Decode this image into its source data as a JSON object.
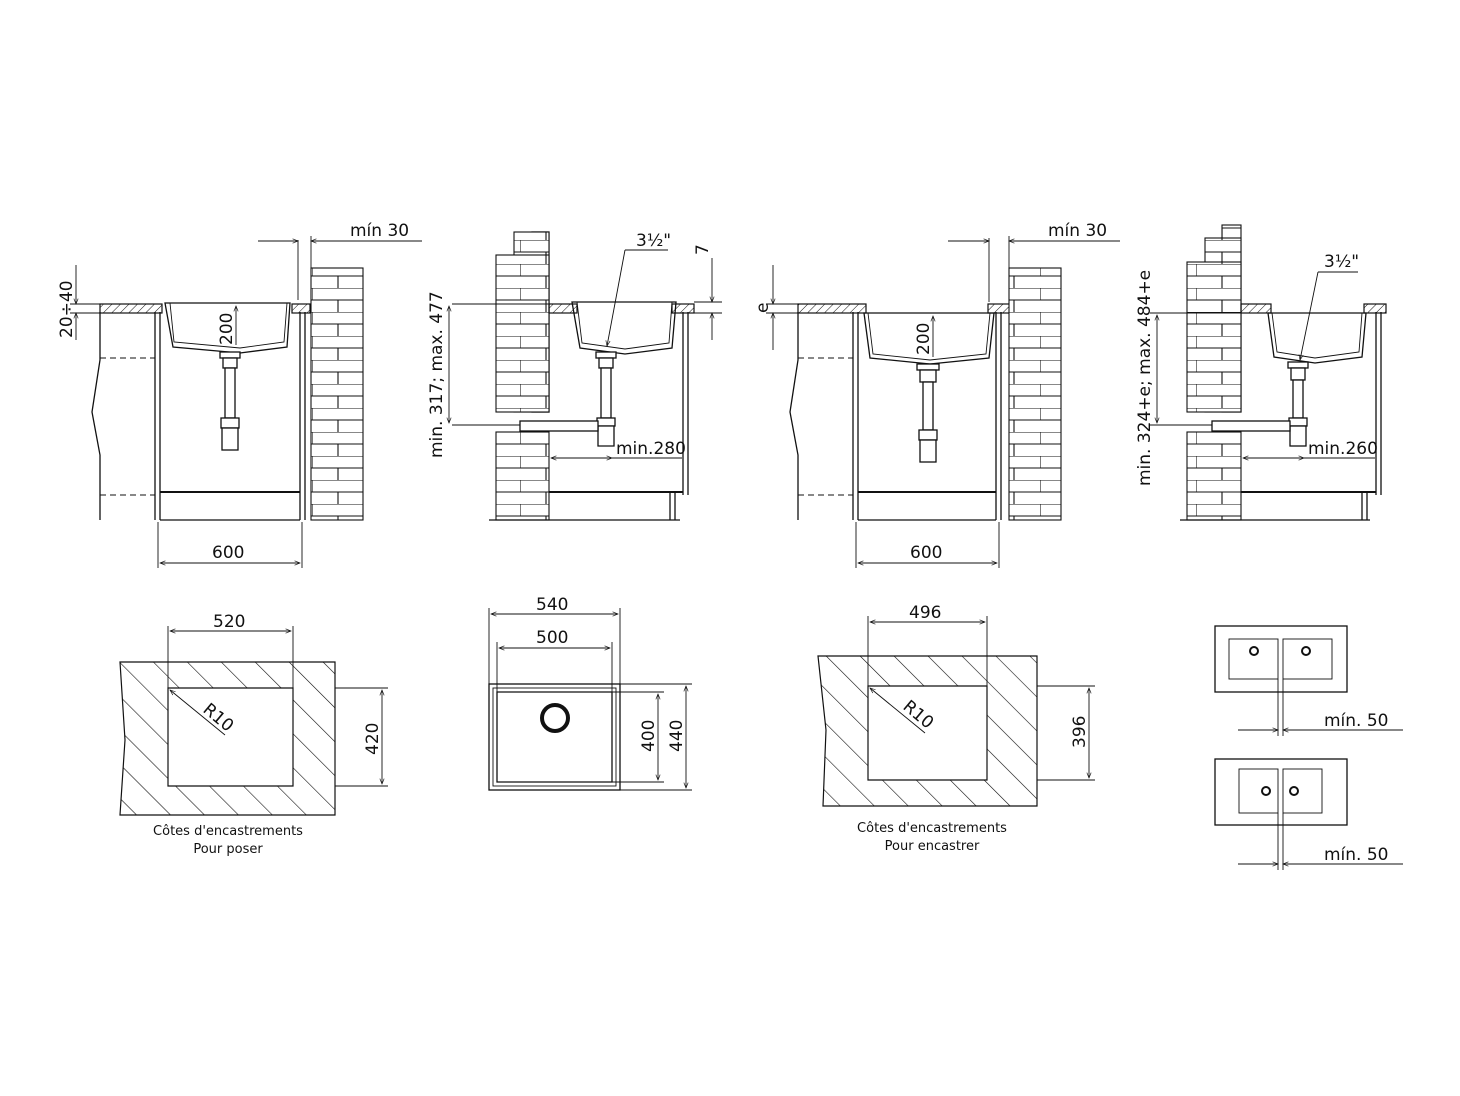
{
  "section_views": [
    {
      "label_min_gap": "mín  30",
      "label_thickness": "20÷40",
      "label_depth": "200",
      "label_width": "600"
    },
    {
      "label_gap": "7",
      "label_outlet": "3½\"",
      "label_height": "min. 317;  max. 477",
      "label_min": "min.280"
    },
    {
      "label_min_gap": "mín  30",
      "label_e": "e",
      "label_depth": "200",
      "label_width": "600"
    },
    {
      "label_outlet": "3½\"",
      "label_height": "min. 324+e;  max. 484+e",
      "label_min": "min.260"
    }
  ],
  "cutouts": [
    {
      "label_width": "520",
      "label_height": "420",
      "label_radius": "R10",
      "caption_line1": "Côtes d'encastrements",
      "caption_line2": "Pour poser"
    },
    {
      "label_outer_width": "540",
      "label_inner_width": "500",
      "label_inner_height": "400",
      "label_outer_height": "440"
    },
    {
      "label_width": "496",
      "label_height": "396",
      "label_radius": "R10",
      "caption_line1": "Côtes d'encastrements",
      "caption_line2": "Pour encastrer"
    }
  ],
  "spacing": [
    {
      "label": "mín.  50"
    },
    {
      "label": "mín.  50"
    }
  ]
}
